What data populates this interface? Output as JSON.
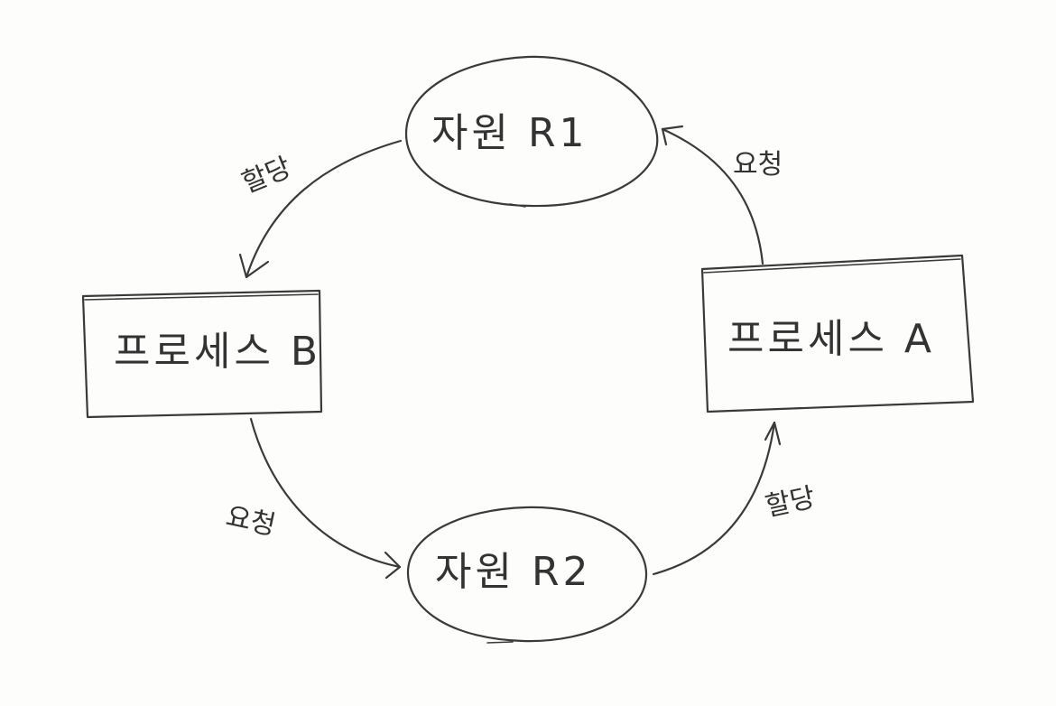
{
  "diagram": {
    "nodes": {
      "resource_r1": {
        "label": "자원 R1",
        "shape": "ellipse"
      },
      "resource_r2": {
        "label": "자원 R2",
        "shape": "ellipse"
      },
      "process_a": {
        "label": "프로세스 A",
        "shape": "rectangle"
      },
      "process_b": {
        "label": "프로세스 B",
        "shape": "rectangle"
      }
    },
    "edges": [
      {
        "from": "process_a",
        "to": "resource_r1",
        "label": "요청"
      },
      {
        "from": "resource_r1",
        "to": "process_b",
        "label": "할당"
      },
      {
        "from": "process_b",
        "to": "resource_r2",
        "label": "요청"
      },
      {
        "from": "resource_r2",
        "to": "process_a",
        "label": "할당"
      }
    ],
    "stroke_color": "#3a3a3a",
    "background_color": "#fdfdfc"
  }
}
